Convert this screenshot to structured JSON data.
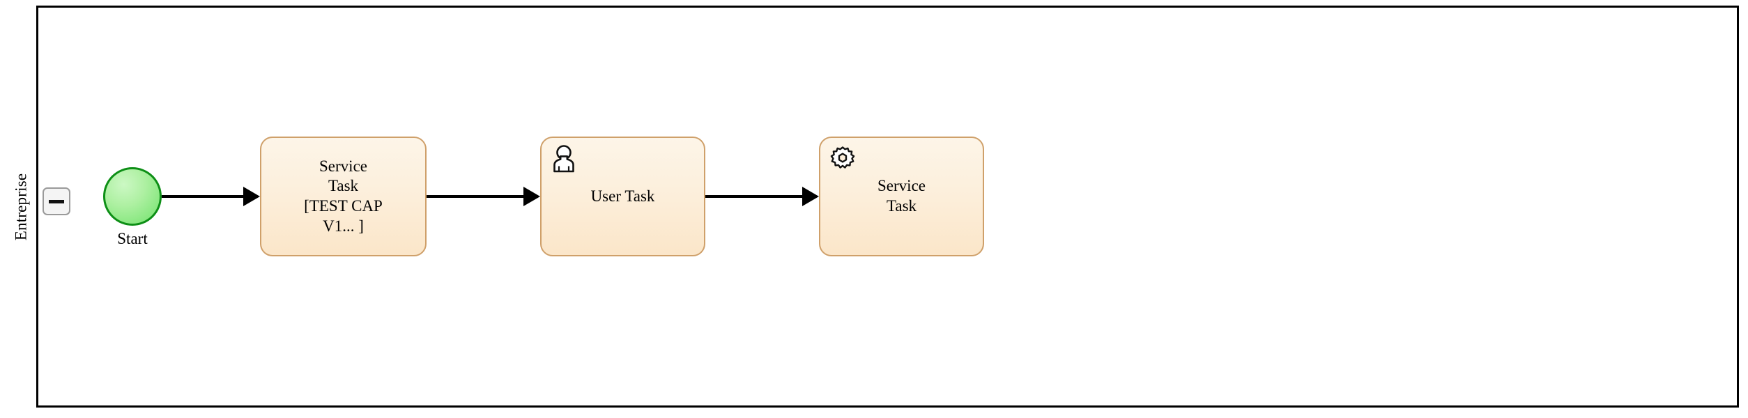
{
  "diagram": {
    "type": "bpmn-process",
    "pool": {
      "lane": {
        "name": "Entreprise",
        "collapse_button": {
          "name": "collapse-lane",
          "glyph": "minus",
          "state": "expanded"
        }
      }
    },
    "elements": [
      {
        "id": "start-event",
        "kind": "start-event",
        "label": "Start",
        "fill": "#a9f09d",
        "stroke": "#0d8f16"
      },
      {
        "id": "task-1",
        "kind": "service-task",
        "label": "Service\nTask\n[TEST CAP\nV1... ]",
        "icon": "none",
        "fill": "#fcefdc",
        "stroke": "#cfa06a"
      },
      {
        "id": "task-2",
        "kind": "user-task",
        "label": "User Task",
        "icon": "user-icon",
        "fill": "#fcefdc",
        "stroke": "#cfa06a"
      },
      {
        "id": "task-3",
        "kind": "service-task",
        "label": "Service\nTask",
        "icon": "gear-icon",
        "fill": "#fcefdc",
        "stroke": "#cfa06a"
      }
    ],
    "flows": [
      {
        "id": "flow-1",
        "from": "start-event",
        "to": "task-1",
        "label": ""
      },
      {
        "id": "flow-2",
        "from": "task-1",
        "to": "task-2",
        "label": ""
      },
      {
        "id": "flow-3",
        "from": "task-2",
        "to": "task-3",
        "label": ""
      }
    ],
    "colors": {
      "pool_border": "#000000",
      "task_fill": "#fcefdc",
      "task_border": "#cfa06a",
      "event_fill": "#a9f09d",
      "event_border": "#0d8f16",
      "connector": "#000000"
    }
  }
}
